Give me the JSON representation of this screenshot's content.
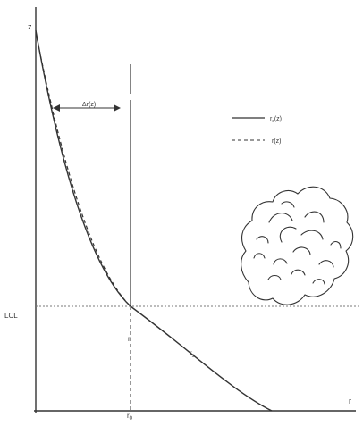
{
  "labels": {
    "z_axis": "z",
    "r_axis": "r",
    "delta_r": "Δr(z)",
    "lcl": "LCL",
    "r0": "r",
    "r0_sub": "0",
    "rs_curve": "r",
    "rs_curve_sub": "s"
  },
  "legend": {
    "solid_label": "r",
    "solid_sub": "s",
    "solid_suffix": "(z)",
    "dashed_label": "r(z)"
  },
  "colors": {
    "ink": "#333333",
    "grid": "#7a7a7a"
  },
  "icons": {
    "cloud": "cumulus-cloud-sketch"
  }
}
